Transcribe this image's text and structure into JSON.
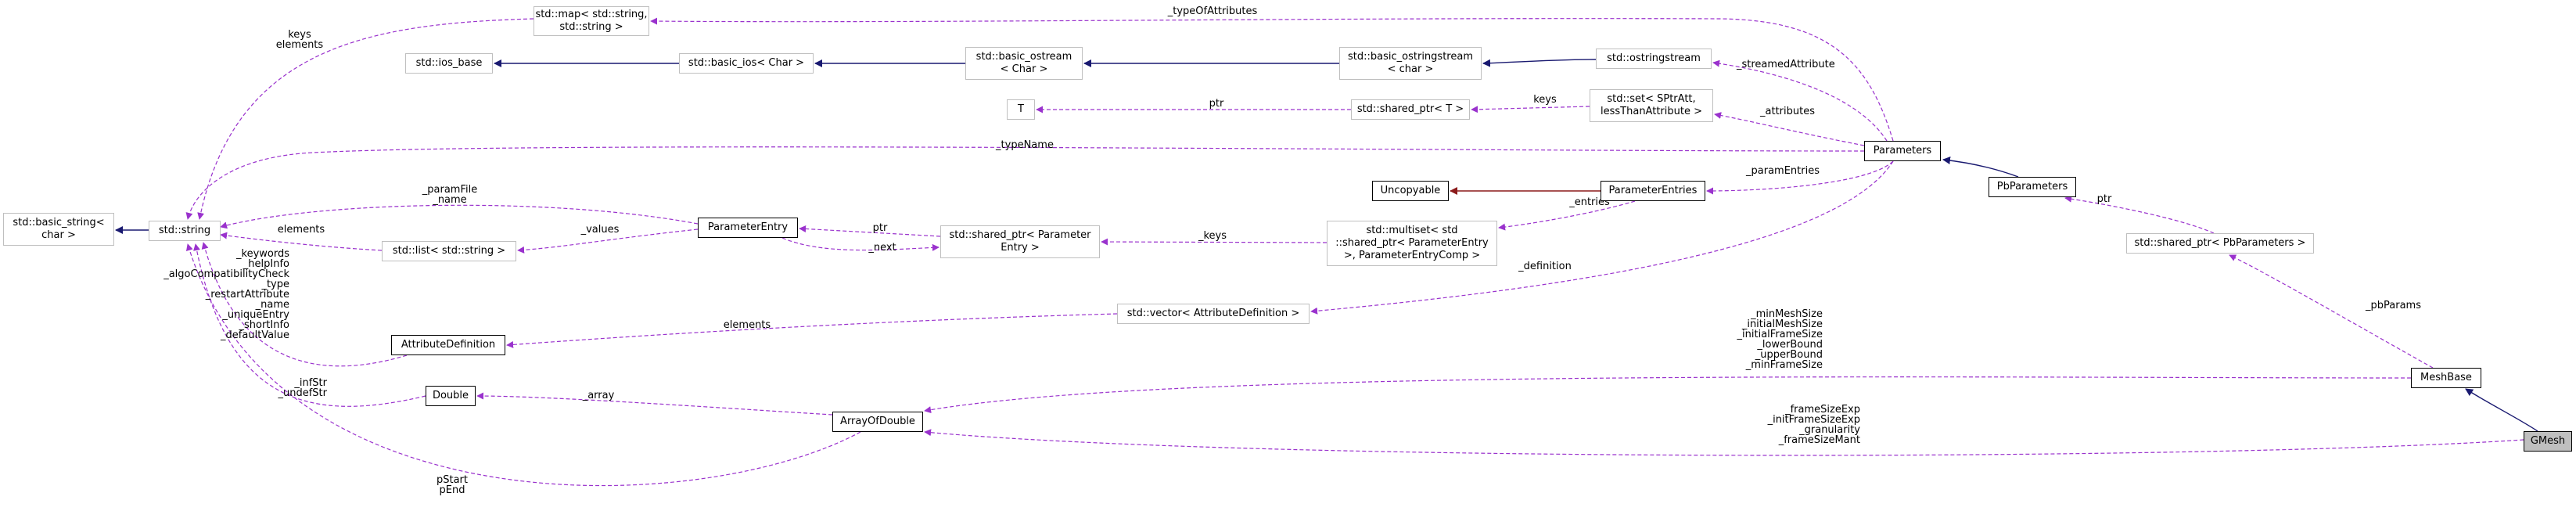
{
  "colors": {
    "usage_edge": "#9a32cd",
    "public_inheritance": "#191970",
    "private_inheritance": "#8b1a1a",
    "external_border": "#bfbfbf",
    "self_fill": "#bfbfbf"
  },
  "nodes": {
    "map": [
      "std::map< std::string,",
      "std::string >"
    ],
    "ios_base": [
      "std::ios_base"
    ],
    "basic_ios": [
      "std::basic_ios< Char >"
    ],
    "basic_ostream": [
      "std::basic_ostream",
      "< Char >"
    ],
    "basic_ostringstream": [
      "std::basic_ostringstream",
      "< char >"
    ],
    "ostringstream": [
      "std::ostringstream"
    ],
    "T": [
      "T"
    ],
    "shared_ptr_T": [
      "std::shared_ptr< T >"
    ],
    "set": [
      "std::set< SPtrAtt,",
      "lessThanAttribute >"
    ],
    "Parameters": [
      "Parameters"
    ],
    "Uncopyable": [
      "Uncopyable"
    ],
    "ParameterEntries": [
      "ParameterEntries"
    ],
    "PbParameters": [
      "PbParameters"
    ],
    "basic_string": [
      "std::basic_string<",
      "char >"
    ],
    "string": [
      "std::string"
    ],
    "ParameterEntry": [
      "ParameterEntry"
    ],
    "list": [
      "std::list< std::string >"
    ],
    "shared_ptr_PE": [
      "std::shared_ptr< Parameter",
      "Entry >"
    ],
    "multiset": [
      "std::multiset< std",
      "::shared_ptr< ParameterEntry",
      ">, ParameterEntryComp >"
    ],
    "shared_ptr_Pb": [
      "std::shared_ptr< PbParameters >"
    ],
    "vector": [
      "std::vector< AttributeDefinition >"
    ],
    "AttributeDefinition": [
      "AttributeDefinition"
    ],
    "Double": [
      "Double"
    ],
    "ArrayOfDouble": [
      "ArrayOfDouble"
    ],
    "MeshBase": [
      "MeshBase"
    ],
    "GMesh": [
      "GMesh"
    ]
  },
  "edge_labels": {
    "keys_elements": [
      "keys",
      "elements"
    ],
    "typeOfAttributes": [
      "_typeOfAttributes"
    ],
    "streamedAttribute": [
      "_streamedAttribute"
    ],
    "ptr_T": [
      "ptr"
    ],
    "keys_set": [
      "keys"
    ],
    "attributes": [
      "_attributes"
    ],
    "typeName": [
      "_typeName"
    ],
    "paramEntries": [
      "_paramEntries"
    ],
    "entries": [
      "_entries"
    ],
    "paramFile_name": [
      "_paramFile",
      "_name"
    ],
    "values": [
      "_values"
    ],
    "elements_list": [
      "elements"
    ],
    "ptr_PE": [
      "ptr"
    ],
    "next": [
      "_next"
    ],
    "keys_multiset": [
      "_keys"
    ],
    "ptr_Pb": [
      "ptr"
    ],
    "definition": [
      "_definition"
    ],
    "attrdef_members": [
      "_keywords",
      "_helpInfo",
      "_algoCompatibilityCheck",
      "_type",
      "_restartAttribute",
      "_name",
      "_uniqueEntry",
      "_shortInfo",
      "_defaultValue"
    ],
    "elements_vector": [
      "elements"
    ],
    "pbParams": [
      "_pbParams"
    ],
    "mesh_sizes": [
      "_minMeshSize",
      "_initialMeshSize",
      "_initialFrameSize",
      "_lowerBound",
      "_upperBound",
      "_minFrameSize"
    ],
    "infStr_undefStr": [
      "_infStr",
      "_undefStr"
    ],
    "array": [
      "_array"
    ],
    "frame_sizes": [
      "_frameSizeExp",
      "_initFrameSizeExp",
      "_granularity",
      "_frameSizeMant"
    ],
    "pStart_pEnd": [
      "pStart",
      "pEnd"
    ]
  }
}
